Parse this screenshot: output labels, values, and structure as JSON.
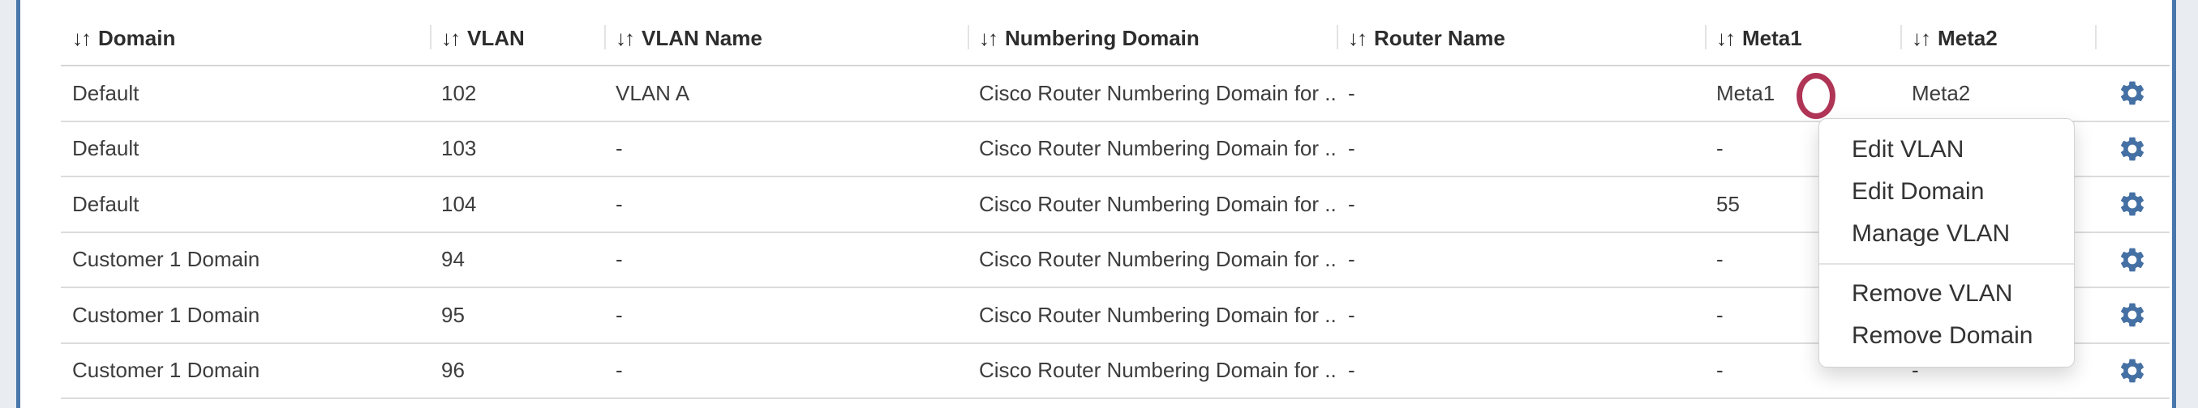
{
  "colors": {
    "accent-border": "#4878ab",
    "gear": "#4570a4",
    "annotation": "#af3456",
    "page-bg": "#e9edf2"
  },
  "icons": {
    "sort_glyph": "↓↑"
  },
  "table": {
    "columns": [
      {
        "label": "Domain"
      },
      {
        "label": "VLAN"
      },
      {
        "label": "VLAN Name"
      },
      {
        "label": "Numbering Domain"
      },
      {
        "label": "Router Name"
      },
      {
        "label": "Meta1"
      },
      {
        "label": "Meta2"
      },
      {
        "label": ""
      }
    ],
    "rows": [
      {
        "domain": "Default",
        "vlan": "102",
        "vlan_name": "VLAN A",
        "numbering_domain": "Cisco Router Numbering Domain for ...",
        "router_name": "-",
        "meta1": "Meta1",
        "meta2": "Meta2"
      },
      {
        "domain": "Default",
        "vlan": "103",
        "vlan_name": "-",
        "numbering_domain": "Cisco Router Numbering Domain for ...",
        "router_name": "-",
        "meta1": "-",
        "meta2": ""
      },
      {
        "domain": "Default",
        "vlan": "104",
        "vlan_name": "-",
        "numbering_domain": "Cisco Router Numbering Domain for ...",
        "router_name": "-",
        "meta1": "55",
        "meta2": ""
      },
      {
        "domain": "Customer 1 Domain",
        "vlan": "94",
        "vlan_name": "-",
        "numbering_domain": "Cisco Router Numbering Domain for ...",
        "router_name": "-",
        "meta1": "-",
        "meta2": ""
      },
      {
        "domain": "Customer 1 Domain",
        "vlan": "95",
        "vlan_name": "-",
        "numbering_domain": "Cisco Router Numbering Domain for ...",
        "router_name": "-",
        "meta1": "-",
        "meta2": ""
      },
      {
        "domain": "Customer 1 Domain",
        "vlan": "96",
        "vlan_name": "-",
        "numbering_domain": "Cisco Router Numbering Domain for ...",
        "router_name": "-",
        "meta1": "-",
        "meta2": "-"
      }
    ]
  },
  "context_menu": {
    "items": [
      "Edit VLAN",
      "Edit Domain",
      "Manage VLAN",
      "Remove VLAN",
      "Remove Domain"
    ]
  }
}
